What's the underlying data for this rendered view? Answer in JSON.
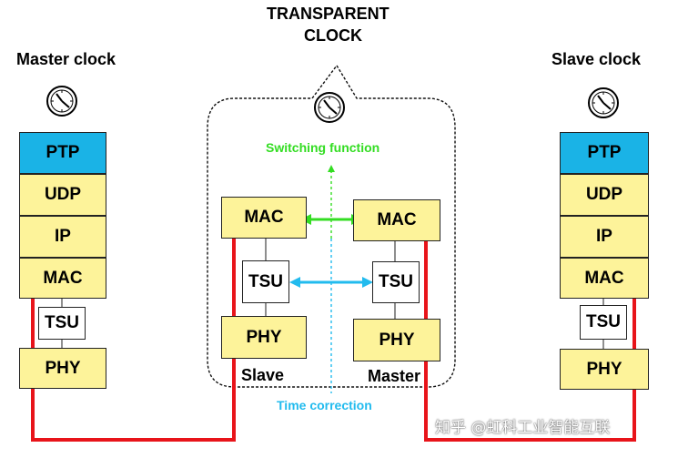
{
  "titles": {
    "transparent_line1": "TRANSPARENT",
    "transparent_line2": "CLOCK",
    "master_clock": "Master clock",
    "slave_clock": "Slave clock"
  },
  "master_stack": [
    "PTP",
    "UDP",
    "IP",
    "MAC",
    "TSU",
    "PHY"
  ],
  "slave_stack": [
    "PTP",
    "UDP",
    "IP",
    "MAC",
    "TSU",
    "PHY"
  ],
  "transparent": {
    "left_mac": "MAC",
    "right_mac": "MAC",
    "left_tsu": "TSU",
    "right_tsu": "TSU",
    "left_phy": "PHY",
    "right_phy": "PHY",
    "slave_label": "Slave",
    "master_label": "Master",
    "switching_function": "Switching function",
    "time_correction": "Time correction"
  },
  "watermark": "知乎 @虹科工业智能互联",
  "colors": {
    "ptp": "#1ab3e6",
    "layer": "#fdf39a",
    "path": "#e8141a",
    "switching": "#33dd22",
    "time": "#22bbee"
  },
  "icons": [
    "clock-icon"
  ]
}
